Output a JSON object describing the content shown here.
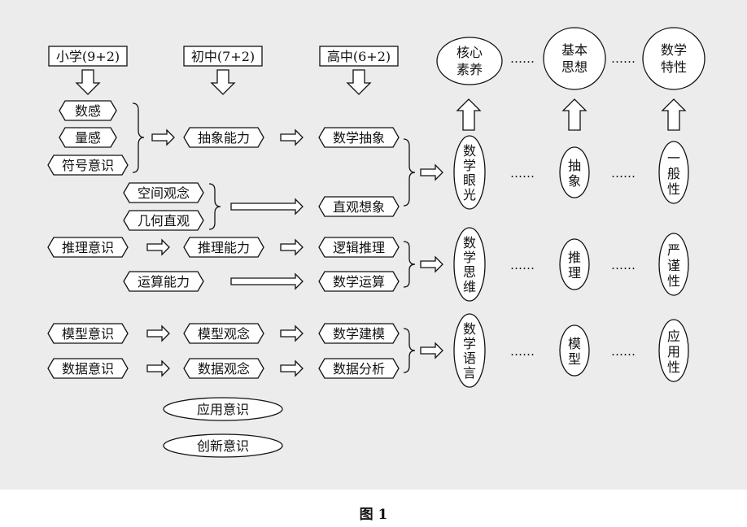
{
  "caption": "图 1",
  "stages": {
    "primary": "小学(9+2)",
    "junior": "初中(7+2)",
    "senior": "高中(6+2)"
  },
  "primary_items": {
    "number_sense": "数感",
    "quantity_sense": "量感",
    "symbol_awareness": "符号意识",
    "spatial_concept": "空间观念",
    "geometric_intuition": "几何直观",
    "reasoning_awareness": "推理意识",
    "operation_ability": "运算能力",
    "model_awareness": "模型意识",
    "data_awareness": "数据意识"
  },
  "junior_items": {
    "abstraction_ability": "抽象能力",
    "reasoning_ability": "推理能力",
    "model_concept": "模型观念",
    "data_concept": "数据观念",
    "application_awareness": "应用意识",
    "innovation_awareness": "创新意识"
  },
  "senior_items": {
    "math_abstraction": "数学抽象",
    "intuitive_imagination": "直观想象",
    "logical_reasoning": "逻辑推理",
    "math_operation": "数学运算",
    "math_modeling": "数学建模",
    "data_analysis": "数据分析"
  },
  "headers": {
    "core_literacy": [
      "核心",
      "素养"
    ],
    "basic_ideas": [
      "基本",
      "思想"
    ],
    "math_properties": [
      "数学",
      "特性"
    ]
  },
  "rows": [
    {
      "literacy": [
        "数",
        "学",
        "眼",
        "光"
      ],
      "idea": [
        "抽",
        "象"
      ],
      "property": [
        "一",
        "般",
        "性"
      ]
    },
    {
      "literacy": [
        "数",
        "学",
        "思",
        "维"
      ],
      "idea": [
        "推",
        "理"
      ],
      "property": [
        "严",
        "谨",
        "性"
      ]
    },
    {
      "literacy": [
        "数",
        "学",
        "语",
        "言"
      ],
      "idea": [
        "模",
        "型"
      ],
      "property": [
        "应",
        "用",
        "性"
      ]
    }
  ],
  "dots": "……"
}
